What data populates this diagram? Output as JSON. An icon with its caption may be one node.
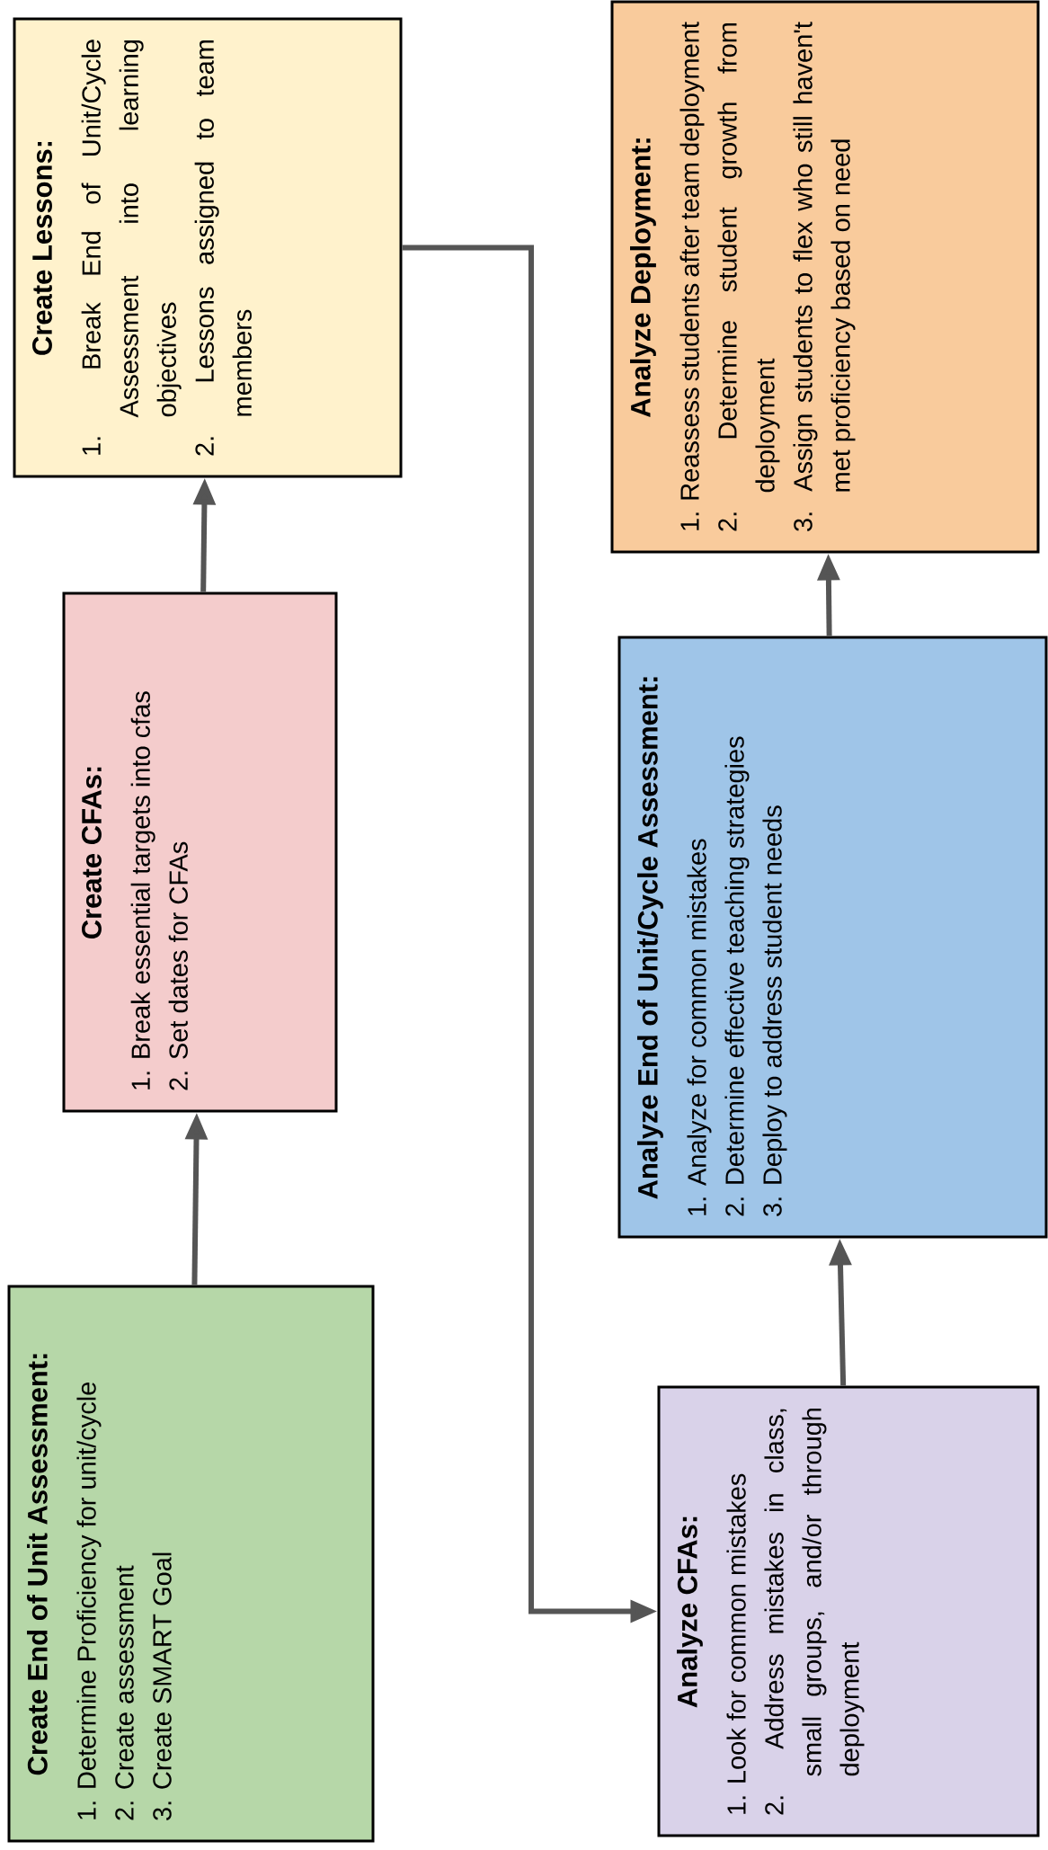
{
  "diagram": {
    "nodes": [
      {
        "text": [
          "Create End of Unit Assessment:",
          "1. Determine Proficiency for unit/cycle",
          "2. Create assessment",
          "3. Create SMART Goal"
        ]
      },
      {
        "text": [
          "Create CFAs:",
          "1. Break essential targets into cfas",
          "2. Set dates for CFAs"
        ]
      },
      {
        "text": [
          "Create Lessons:",
          "1. Break End of Unit/Cycle Assessment into learning objectives",
          "2. Lessons assigned to team members"
        ]
      },
      {
        "text": [
          "Analyze Deployment:",
          "1. Reassess students after team deployment",
          "2. Determine student growth from deployment",
          "3. Assign students to flex who still haven't met proficiency based on need"
        ]
      },
      {
        "text": [
          "Analyze End of Unit/Cycle Assessment:",
          "1. Analyze for common mistakes",
          "2. Determine effective teaching strategies",
          "3. Deploy to address student needs"
        ]
      },
      {
        "text": [
          "Analyze CFAs:",
          "1. Look for common mistakes",
          "2. Address mistakes in class, small groups, and/or through deployment"
        ]
      }
    ],
    "edges": [
      {
        "from": 0,
        "to": 1,
        "arrow": "to"
      },
      {
        "from": 1,
        "to": 2,
        "arrow": "to"
      },
      {
        "from": 2,
        "to": 5,
        "arrow": "to"
      },
      {
        "from": 5,
        "to": 4,
        "arrow": "to"
      },
      {
        "from": 4,
        "to": 3,
        "arrow": "to"
      }
    ]
  }
}
